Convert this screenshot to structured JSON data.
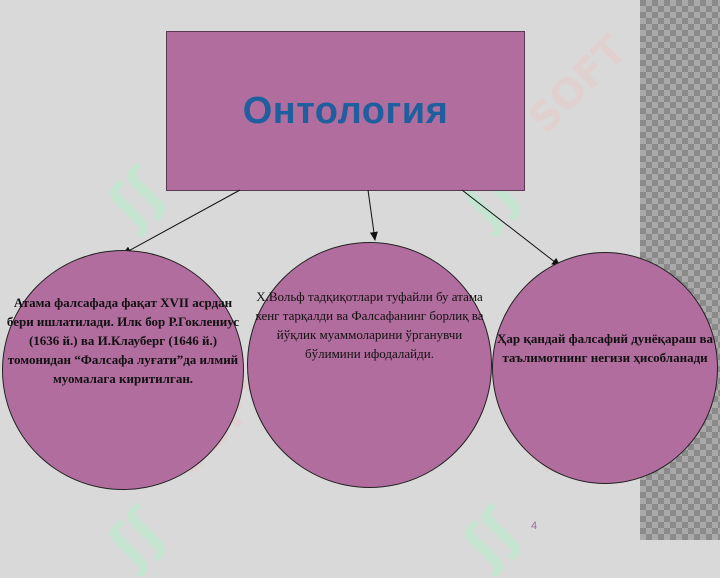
{
  "slide": {
    "title": "Онтология",
    "nodes": [
      {
        "text": "Атама фалсафада фақат XVII асрдан бери ишлатилади. Илк бор Р.Гоклениус (1636 й.) ва И.Клауберг (1646 й.) томонидан “Фалсафа луғати”да илмий муомалага киритилган."
      },
      {
        "text": "Х.Вольф тадқиқотлари туфайли бу атама кенг тарқалди ва Фалсафанинг борлиқ ва йўқлик муаммоларини ўрганувчи бўлимини ифодалайди."
      },
      {
        "text": "Ҳар қандай фалсафий дунёқараш ва таълимотнинг негизи ҳисобланади"
      }
    ],
    "page_number": "4",
    "watermark_text": "SOFT",
    "colors": {
      "background": "#d9d9d9",
      "shape_fill": "#b16d9d",
      "title_text": "#1f5f9e"
    }
  }
}
